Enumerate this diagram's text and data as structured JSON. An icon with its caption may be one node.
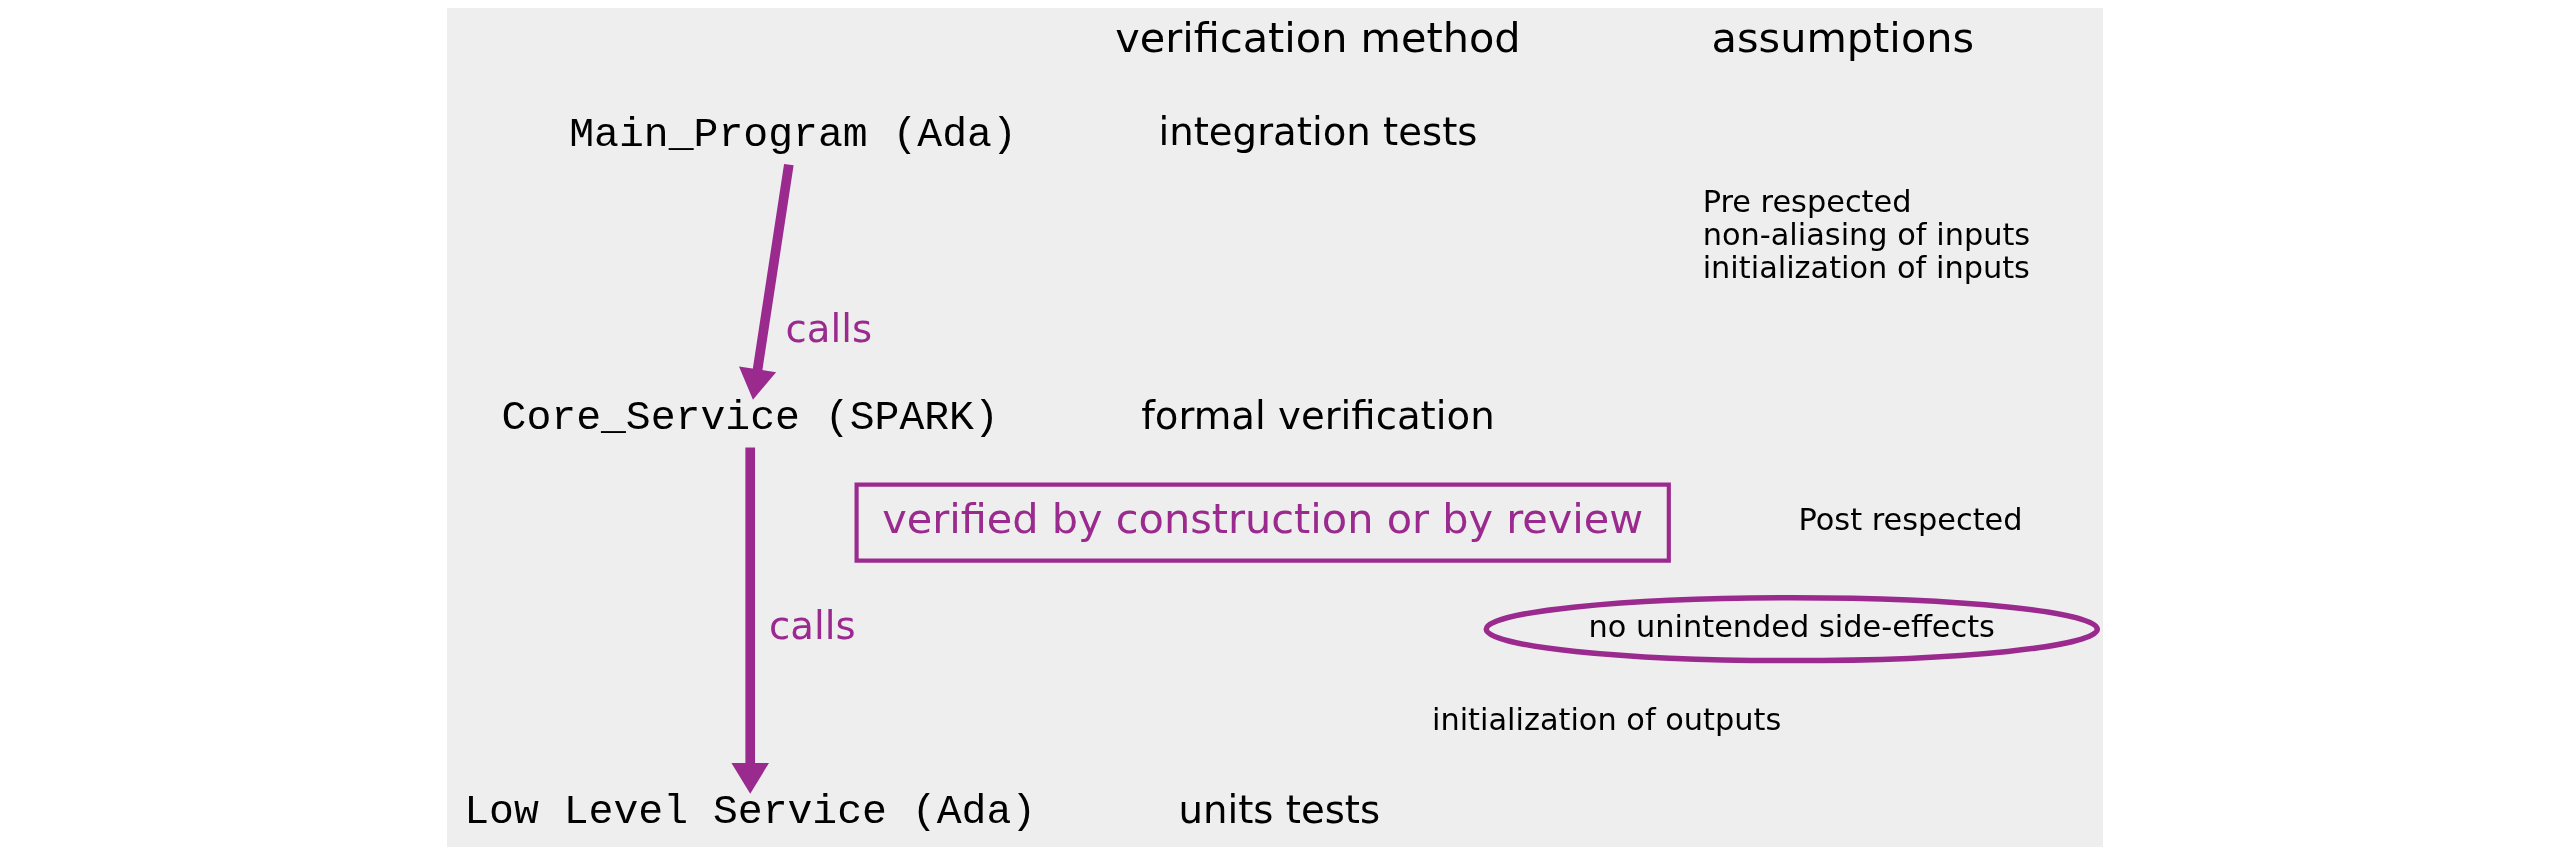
{
  "diagram": {
    "nodes": [
      {
        "text": [
          "Main_Program (Ada)"
        ]
      },
      {
        "text": [
          "Core_Service (SPARK)"
        ]
      },
      {
        "text": [
          "Low Level Service (Ada)"
        ]
      },
      {
        "text": [
          "verified by construction or by review"
        ]
      },
      {
        "text": [
          "no unintended side-effects"
        ]
      }
    ],
    "edges": [
      {
        "from": 0,
        "to": 1,
        "arrow": "to",
        "label": "calls"
      },
      {
        "from": 1,
        "to": 2,
        "arrow": "to",
        "label": "calls"
      }
    ],
    "labels": [
      "verification method",
      "assumptions",
      "integration tests",
      "Pre respected non-aliasing of inputs initialization of inputs",
      "formal verification",
      "Post respected",
      "initialization of outputs",
      "units tests"
    ]
  }
}
